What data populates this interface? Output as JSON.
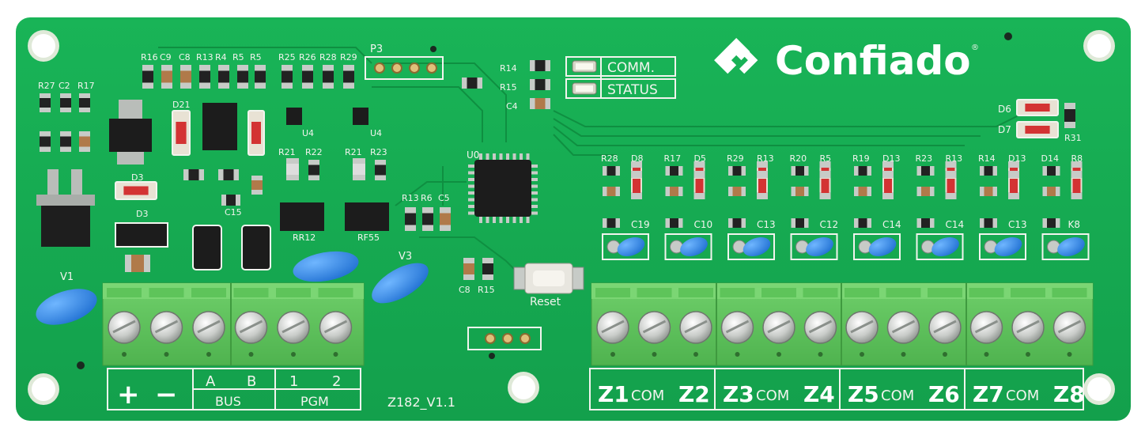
{
  "brand": {
    "name": "Confiado",
    "registered": "®"
  },
  "board": {
    "version": "Z182_V1.1"
  },
  "leds": [
    {
      "label": "COMM."
    },
    {
      "label": "STATUS"
    }
  ],
  "button": {
    "label": "Reset"
  },
  "header_left": {
    "label": "P3"
  },
  "varistor_labels": {
    "v1": "V1",
    "v3": "V3"
  },
  "ic_label": "U0",
  "left_terminal": {
    "plus": "+",
    "minus": "−",
    "bus_a": "A",
    "bus_b": "B",
    "bus_label": "BUS",
    "pgm_1": "1",
    "pgm_2": "2",
    "pgm_label": "PGM"
  },
  "zones": [
    {
      "left": "Z1",
      "com": "COM",
      "right": "Z2"
    },
    {
      "left": "Z3",
      "com": "COM",
      "right": "Z4"
    },
    {
      "left": "Z5",
      "com": "COM",
      "right": "Z6"
    },
    {
      "left": "Z7",
      "com": "COM",
      "right": "Z8"
    }
  ],
  "component_labels": {
    "top_row": [
      "R16",
      "C9",
      "C8",
      "R13",
      "R4",
      "R5",
      "R5",
      "R25",
      "R26",
      "R28",
      "R29"
    ],
    "left_col": [
      "R27",
      "C2",
      "R17"
    ],
    "right_diodes": [
      "D6",
      "D7",
      "R31"
    ],
    "misc": [
      "R14",
      "R15",
      "C4",
      "D21",
      "D3",
      "D3",
      "U4",
      "U4",
      "R21",
      "R22",
      "R21",
      "R23",
      "R13",
      "R6",
      "C5",
      "C8",
      "R15",
      "RR12",
      "RF55",
      "C15"
    ],
    "zone_tops": [
      "R28",
      "D8",
      "R17",
      "D5",
      "R29",
      "R13",
      "R20",
      "R5",
      "R19",
      "D13",
      "R23",
      "R13",
      "R14",
      "D13",
      "D14",
      "R8"
    ],
    "zone_caps": [
      "C19",
      "C10",
      "C13",
      "C12",
      "C14",
      "C14",
      "C13",
      "K8"
    ]
  }
}
